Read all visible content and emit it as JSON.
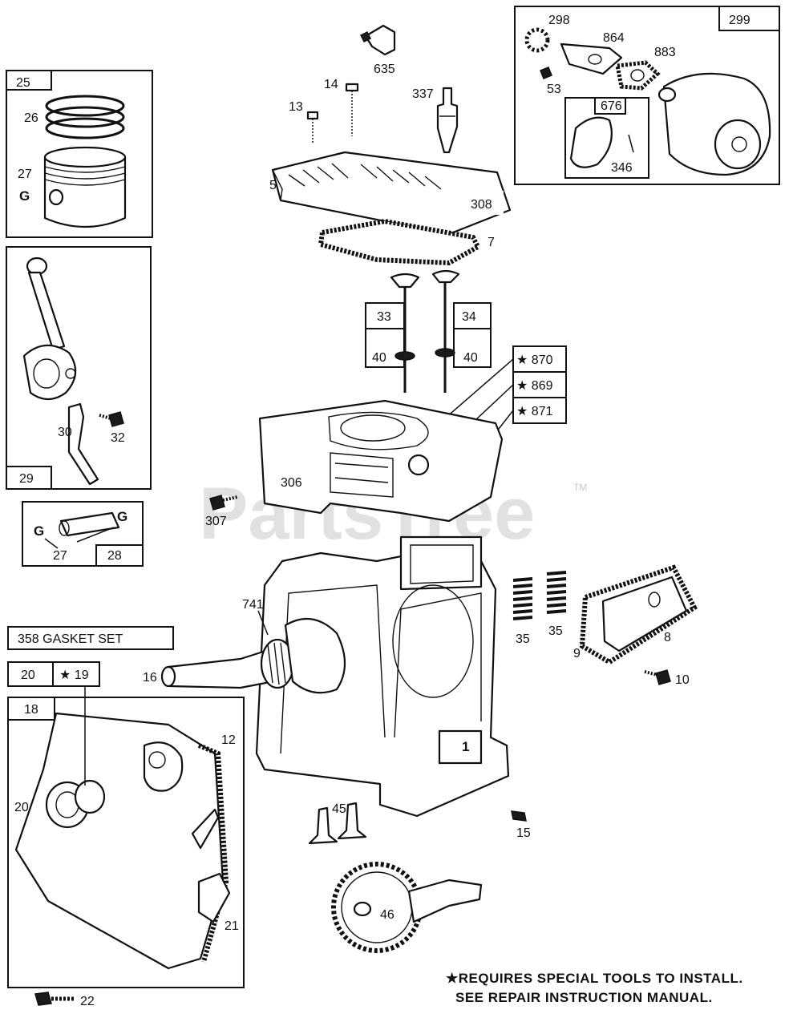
{
  "watermark": {
    "text": "PartsTree",
    "tm": "TM"
  },
  "labels": {
    "l635": "635",
    "l14": "14",
    "l13": "13",
    "l337": "337",
    "l5": "5",
    "l308": "308",
    "l7": "7",
    "l33": "33",
    "l34": "34",
    "l40a": "40",
    "l40b": "40",
    "l870": "★ 870",
    "l869": "★ 869",
    "l871": "★ 871",
    "l306": "306",
    "l307": "307",
    "l741": "741",
    "l16": "16",
    "l35a": "35",
    "l35b": "35",
    "l8": "8",
    "l9": "9",
    "l10": "10",
    "l1": "1",
    "l45": "45",
    "l15": "15",
    "l46": "46",
    "l25": "25",
    "l26": "26",
    "l27a": "27",
    "l29": "29",
    "l30": "30",
    "l32": "32",
    "l27b": "27",
    "l28": "28",
    "l358": "358  GASKET SET",
    "l20": "20",
    "l19": "★ 19",
    "l18": "18",
    "l12": "12",
    "l20b": "20",
    "l21": "21",
    "l22": "22",
    "l298": "298",
    "l864": "864",
    "l299": "299",
    "l883": "883",
    "l53": "53",
    "l676": "676",
    "l346": "346"
  },
  "note": {
    "line1": "★REQUIRES SPECIAL TOOLS TO INSTALL.",
    "line2": "SEE REPAIR INSTRUCTION MANUAL."
  }
}
